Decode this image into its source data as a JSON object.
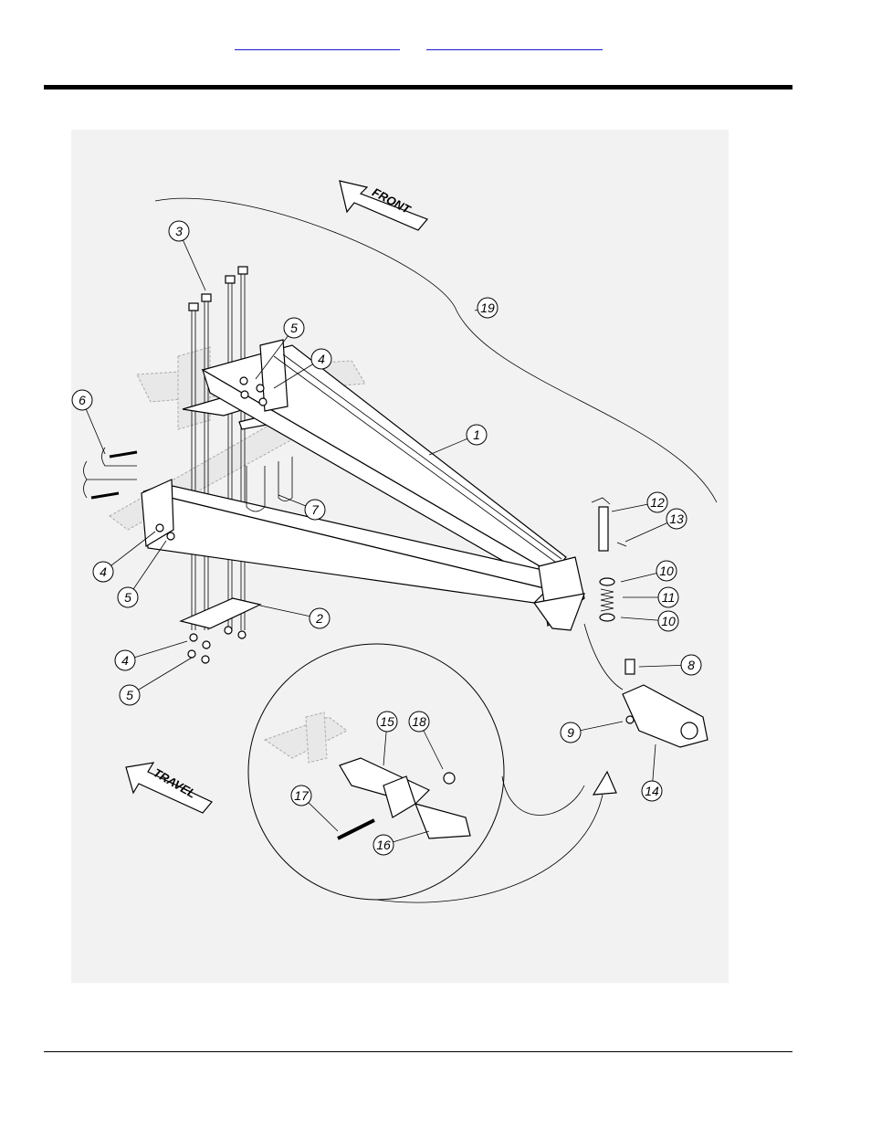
{
  "header": {
    "link_1": "",
    "link_2": ""
  },
  "figure": {
    "direction_labels": {
      "front": "FRONT",
      "travel": "TRAVEL"
    },
    "callouts": [
      "1",
      "2",
      "3",
      "4",
      "4",
      "4",
      "5",
      "5",
      "5",
      "6",
      "7",
      "8",
      "9",
      "10",
      "10",
      "11",
      "12",
      "13",
      "14",
      "15",
      "16",
      "17",
      "18",
      "19"
    ]
  }
}
